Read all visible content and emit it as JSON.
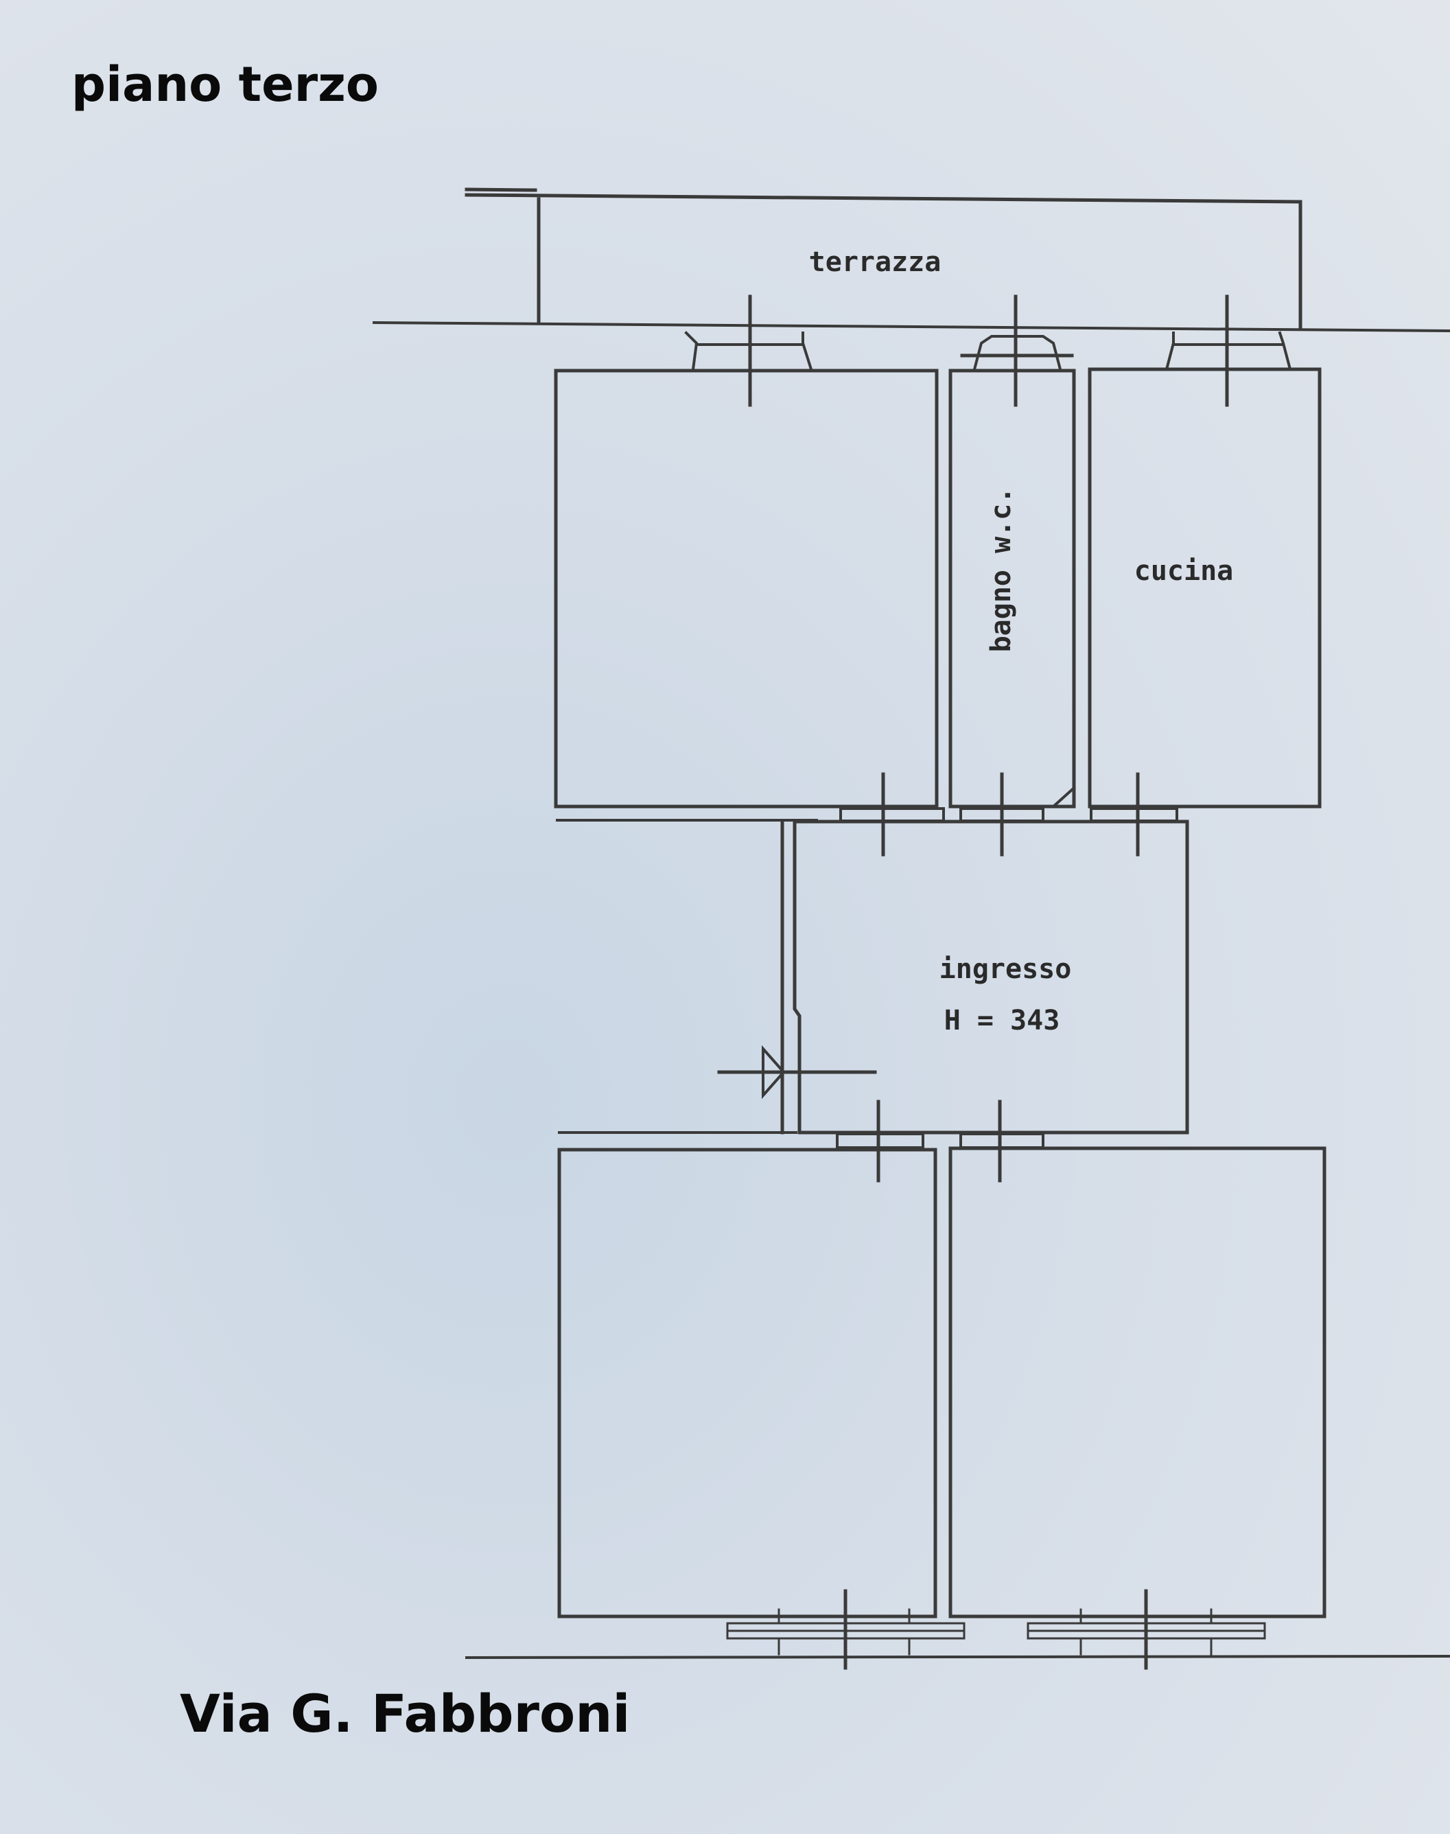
{
  "header": {
    "floor_title": "piano terzo"
  },
  "footer": {
    "street": "Via G. Fabbroni"
  },
  "rooms": {
    "terrace": "terrazza",
    "bathroom": "bagno w.c.",
    "kitchen": "cucina",
    "entrance": "ingresso",
    "entrance_height": "H = 343"
  },
  "colors": {
    "paper": "#dfe5ec",
    "lines": "#3a3a3a",
    "text": "#0a0a0a"
  }
}
